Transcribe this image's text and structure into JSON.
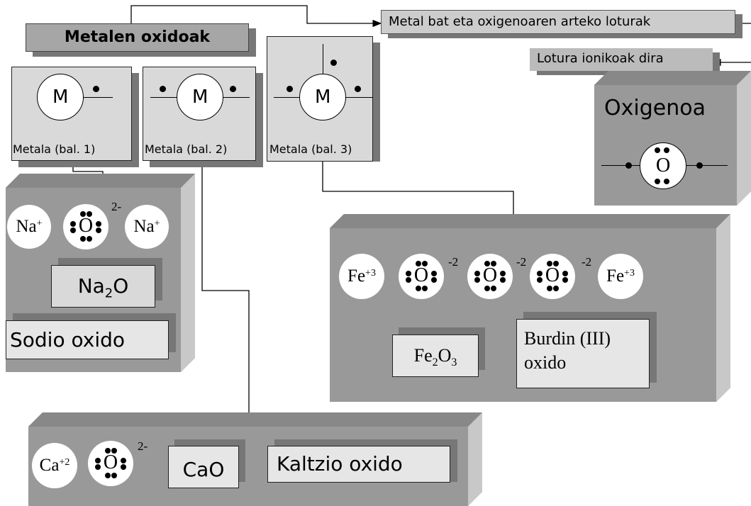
{
  "title": "Metalen oxidoak",
  "top_label": "Metal bat eta oxigenoaren arteko loturak",
  "ionic_label": "Lotura ionikoak dira",
  "oxygen": {
    "title": "Oxigenoa",
    "symbol": "O"
  },
  "metals": [
    {
      "symbol": "M",
      "label": "Metala (bal. 1)"
    },
    {
      "symbol": "M",
      "label": "Metala (bal. 2)"
    },
    {
      "symbol": "M",
      "label": "Metala (bal. 3)"
    }
  ],
  "sodium": {
    "ion_symbol": "Na",
    "ion_charge": "+",
    "oxide_charge": "2-",
    "formula_main": "Na",
    "formula_sub": "2",
    "formula_tail": "O",
    "name": "Sodio oxido"
  },
  "iron": {
    "ion_symbol": "Fe",
    "ion_charge": "+3",
    "oxide_charge": "-2",
    "formula": [
      "Fe",
      "2",
      "O",
      "3"
    ],
    "name_line1": "Burdin (III)",
    "name_line2": "oxido"
  },
  "calcium": {
    "ion_symbol": "Ca",
    "ion_charge": "+2",
    "oxide_charge": "2-",
    "formula": "CaO",
    "name": "Kaltzio oxido"
  }
}
